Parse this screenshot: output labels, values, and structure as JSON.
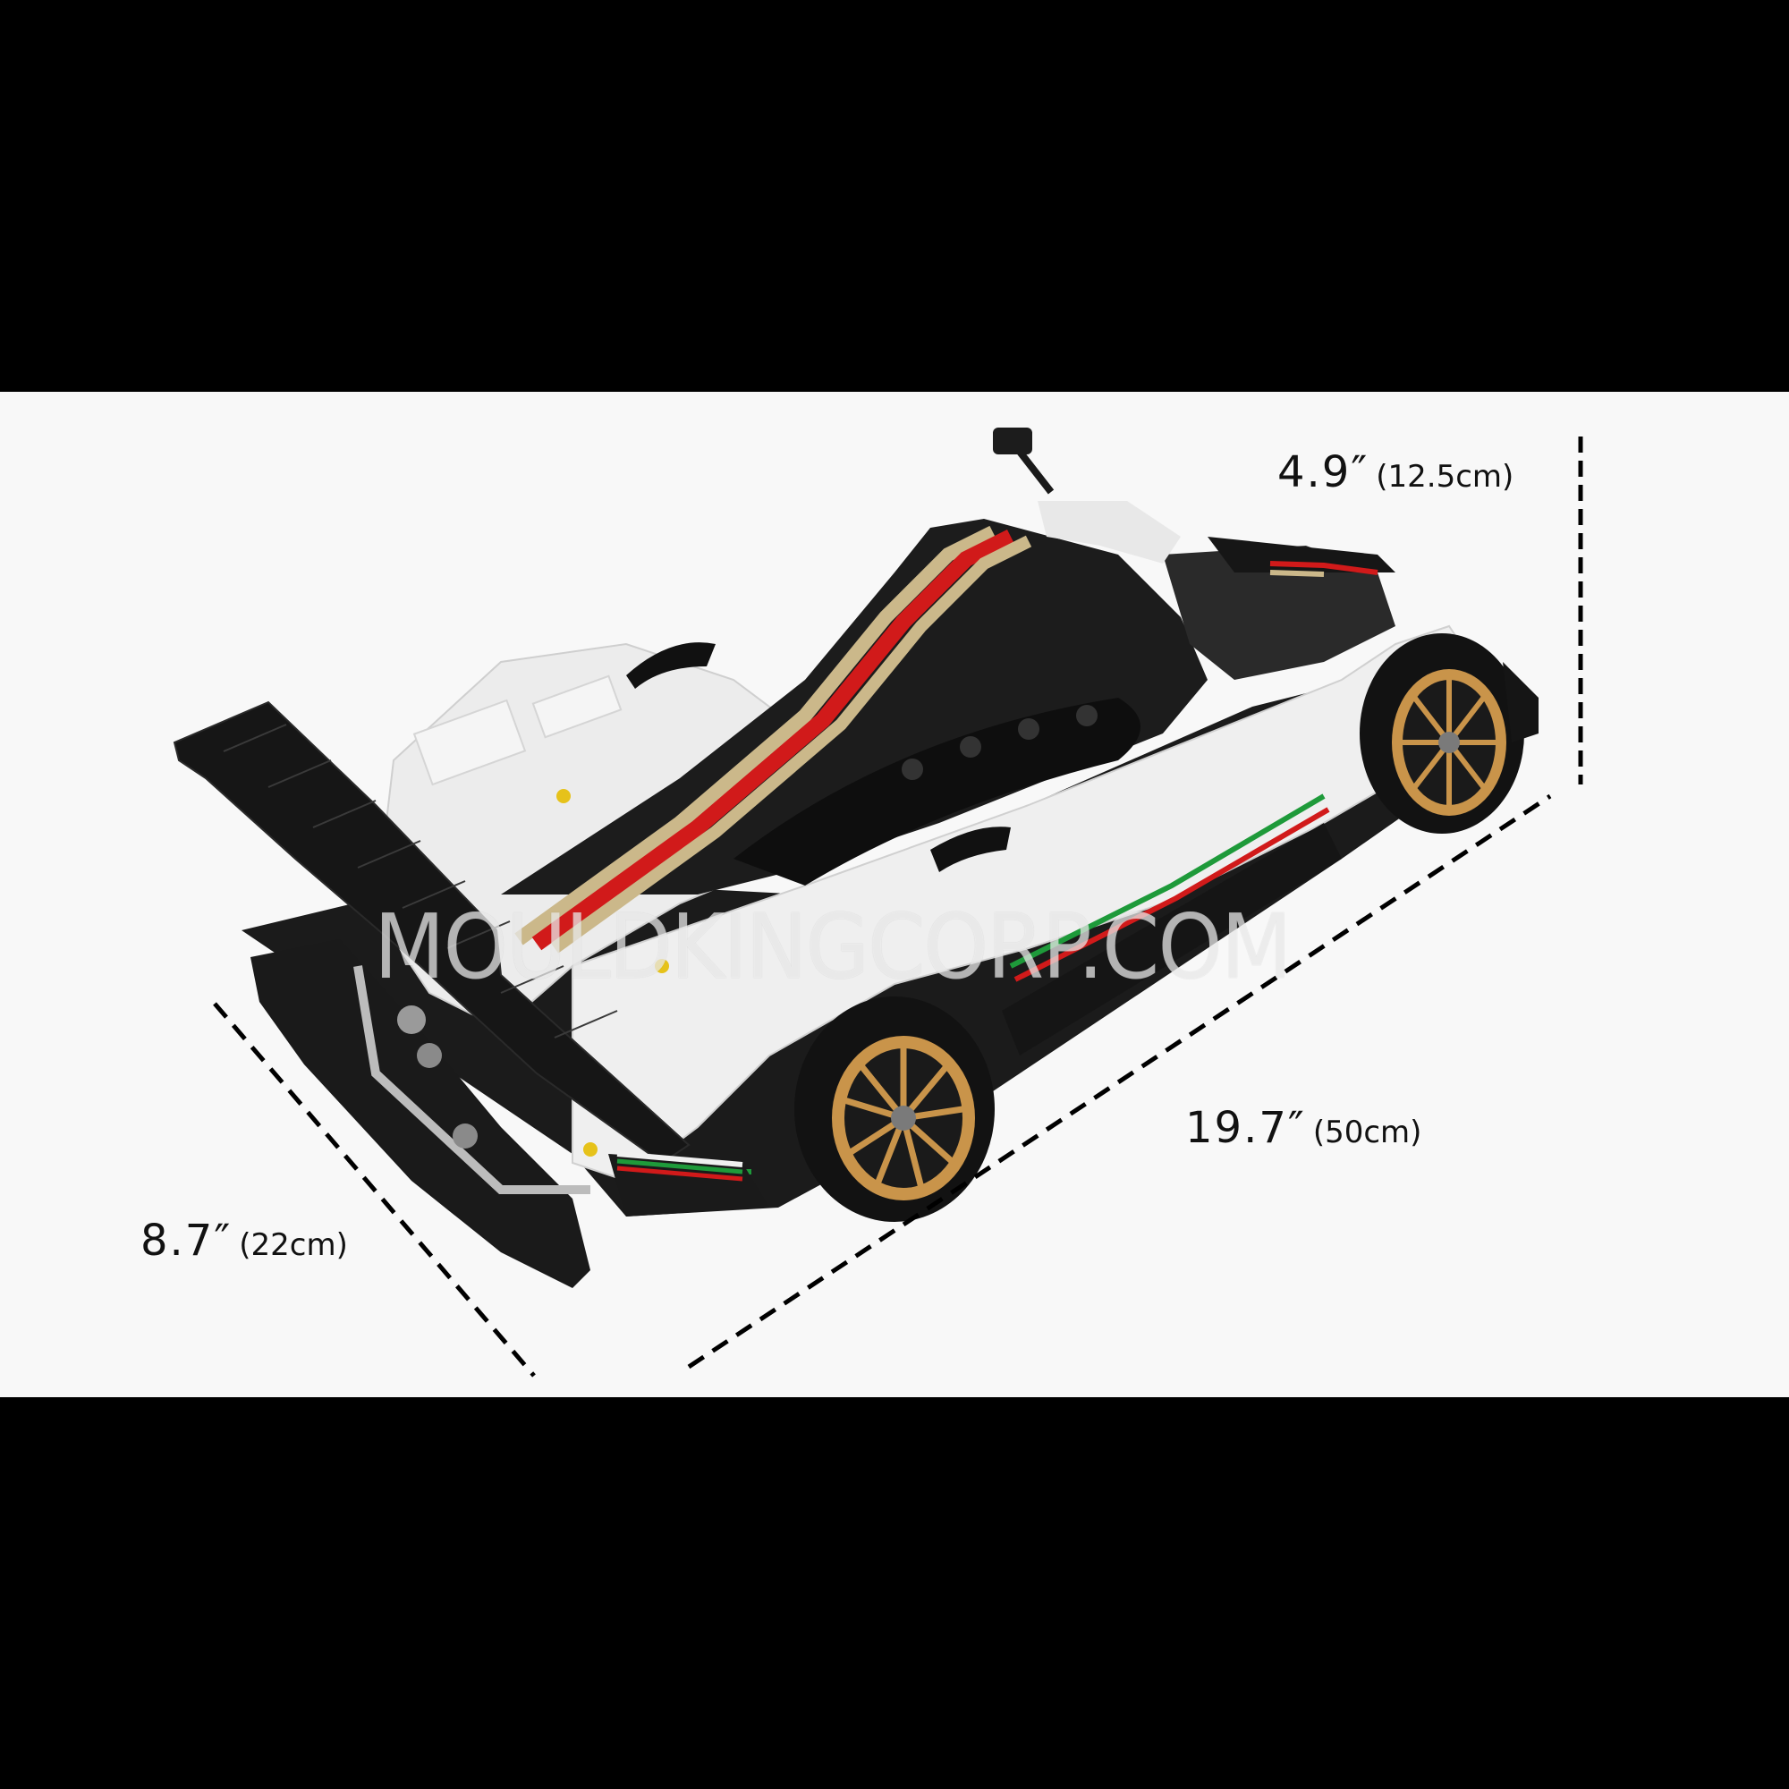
{
  "image": {
    "subject": "Brick-built white and black hypercar model with gold wheels",
    "background_color": "#f8f8f8",
    "letterbox_color": "#000000"
  },
  "dimensions": {
    "height": {
      "imperial": "4.9″",
      "metric": "(12.5cm)"
    },
    "length": {
      "imperial": "19.7″",
      "metric": "(50cm)"
    },
    "width": {
      "imperial": "8.7″",
      "metric": "(22cm)"
    }
  },
  "watermark": {
    "text": "MOULDKINGCORP.COM"
  },
  "colors": {
    "body_white": "#f0f0f0",
    "body_black": "#1a1a1a",
    "stripe_red": "#d11a1a",
    "stripe_tan": "#cbb88a",
    "stripe_green": "#1e9a3a",
    "wheel_gold": "#c9944a"
  }
}
